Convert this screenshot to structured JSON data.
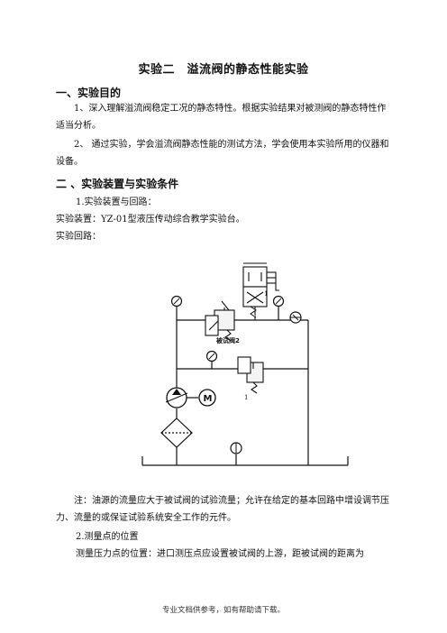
{
  "doc": {
    "title": "实验二　溢流阀的静态性能实验",
    "section1": {
      "heading": "一、实验目的",
      "p1": "1、深入理解溢流阀稳定工况的静态特性。根据实验结果对被测阀的静态特性作适当分析。",
      "p2": "2、 通过实验，学会溢流阀静态性能的测试方法，学会使用本实验所用的仪器和设备。"
    },
    "section2": {
      "heading": "二 、实验装置与实验条件",
      "item1": "1.实验装置与回路：",
      "device": "实验装置：YZ-01型液压传动综合教学实验台。",
      "circuit": "实验回路："
    },
    "diagram": {
      "label_valve_under_test": "被试阀2",
      "label_1a": "1",
      "label_1b": "1",
      "motor_label": "M"
    },
    "note": "注：油源的流量应大于被试阀的试验流量；允许在给定的基本回路中增设调节压力、流量的或保证试验系统安全工作的元件。",
    "item2": "2.测量点的位置",
    "item2_text": "测量压力点的位置：进口测压点应设置被试阀的上游，距被试阀的距离为",
    "footer": "专业文档供参考，如有帮助请下载。"
  }
}
